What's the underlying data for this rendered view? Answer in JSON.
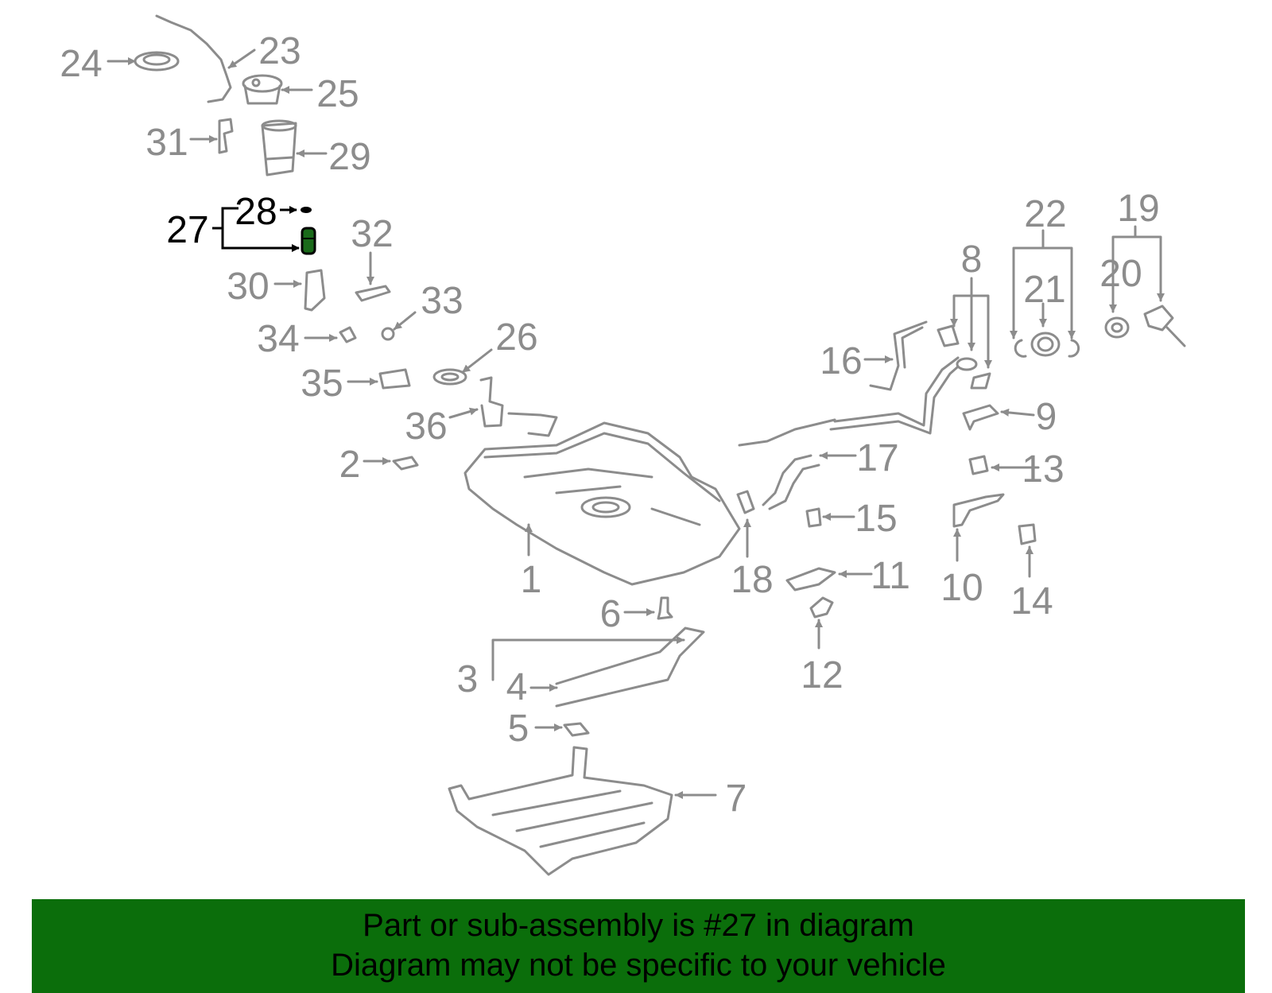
{
  "callouts": [
    {
      "id": "1",
      "text": "1"
    },
    {
      "id": "2",
      "text": "2"
    },
    {
      "id": "3",
      "text": "3"
    },
    {
      "id": "4",
      "text": "4"
    },
    {
      "id": "5",
      "text": "5"
    },
    {
      "id": "6",
      "text": "6"
    },
    {
      "id": "7",
      "text": "7"
    },
    {
      "id": "8",
      "text": "8"
    },
    {
      "id": "9",
      "text": "9"
    },
    {
      "id": "10",
      "text": "10"
    },
    {
      "id": "11",
      "text": "11"
    },
    {
      "id": "12",
      "text": "12"
    },
    {
      "id": "13",
      "text": "13"
    },
    {
      "id": "14",
      "text": "14"
    },
    {
      "id": "15",
      "text": "15"
    },
    {
      "id": "16",
      "text": "16"
    },
    {
      "id": "17",
      "text": "17"
    },
    {
      "id": "18",
      "text": "18"
    },
    {
      "id": "19",
      "text": "19"
    },
    {
      "id": "20",
      "text": "20"
    },
    {
      "id": "21",
      "text": "21"
    },
    {
      "id": "22",
      "text": "22"
    },
    {
      "id": "23",
      "text": "23"
    },
    {
      "id": "24",
      "text": "24"
    },
    {
      "id": "25",
      "text": "25"
    },
    {
      "id": "26",
      "text": "26"
    },
    {
      "id": "27",
      "text": "27"
    },
    {
      "id": "28",
      "text": "28"
    },
    {
      "id": "29",
      "text": "29"
    },
    {
      "id": "30",
      "text": "30"
    },
    {
      "id": "31",
      "text": "31"
    },
    {
      "id": "32",
      "text": "32"
    },
    {
      "id": "33",
      "text": "33"
    },
    {
      "id": "34",
      "text": "34"
    },
    {
      "id": "35",
      "text": "35"
    },
    {
      "id": "36",
      "text": "36"
    }
  ],
  "highlight": {
    "part": "27",
    "color": "#0b6e0b"
  },
  "banner": {
    "line1": "Part or sub-assembly is #27 in diagram",
    "line2": "Diagram may not be specific to your vehicle",
    "background": "#0b6e0b"
  },
  "colors": {
    "part_line": "#8c8c8c",
    "highlight_line": "#000000"
  }
}
